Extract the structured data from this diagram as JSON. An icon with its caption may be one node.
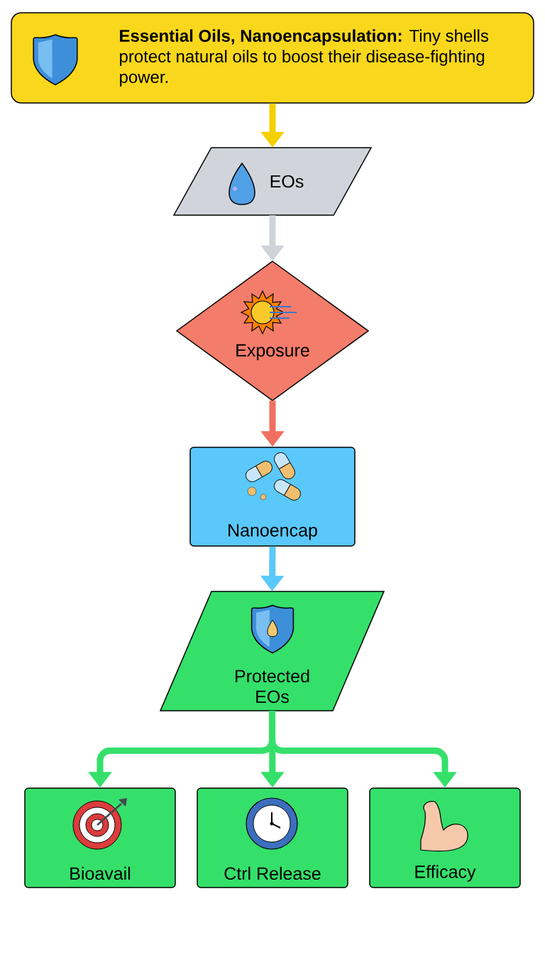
{
  "diagram": {
    "nodes": [
      {
        "text": [
          "**Essential Oils, Nanoencapsulation:** Tiny shells protect natural oils to boost their disease-fighting power."
        ]
      },
      {
        "text": [
          "EOs"
        ]
      },
      {
        "text": [
          "Exposure"
        ]
      },
      {
        "text": [
          "Nanoencap"
        ]
      },
      {
        "text": [
          "Protected EOs"
        ]
      },
      {
        "text": [
          "Bioavail"
        ]
      },
      {
        "text": [
          "Ctrl Release"
        ]
      },
      {
        "text": [
          "Efficacy"
        ]
      }
    ],
    "edges": [
      {
        "from": 0,
        "to": 1,
        "arrow": "to",
        "color": "#f5d000"
      },
      {
        "from": 1,
        "to": 2,
        "arrow": "to",
        "color": "#cfd4da"
      },
      {
        "from": 2,
        "to": 3,
        "arrow": "to",
        "color": "#f07060"
      },
      {
        "from": 3,
        "to": 4,
        "arrow": "to",
        "color": "#5ac8fa"
      },
      {
        "from": 4,
        "to": 5,
        "arrow": "to"
      },
      {
        "from": 4,
        "to": 6,
        "arrow": "to"
      },
      {
        "from": 4,
        "to": 7,
        "arrow": "to"
      }
    ]
  }
}
